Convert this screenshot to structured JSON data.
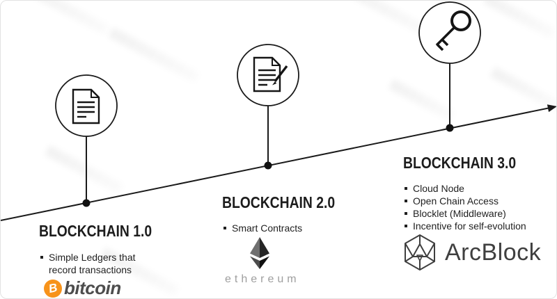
{
  "stages": [
    {
      "title": "BLOCKCHAIN 1.0",
      "bullets": [
        "Simple Ledgers that record transactions"
      ],
      "icon": "document-icon",
      "brand": "bitcoin"
    },
    {
      "title": "BLOCKCHAIN 2.0",
      "bullets": [
        "Smart Contracts"
      ],
      "icon": "contract-signing-icon",
      "brand": "ethereum"
    },
    {
      "title": "BLOCKCHAIN 3.0",
      "bullets": [
        "Cloud Node",
        "Open Chain Access",
        "Blocklet (Middleware)",
        "Incentive for self-evolution"
      ],
      "icon": "key-icon",
      "brand": "ArcBlock"
    }
  ],
  "brands": {
    "bitcoin": {
      "wordmark": "bitcoin",
      "symbol": "B",
      "orange": "#f7931a",
      "text_color": "#4d4d4d"
    },
    "ethereum": {
      "wordmark": "ethereum",
      "text_color": "#9e9e9e"
    },
    "arcblock": {
      "wordmark": "ArcBlock",
      "text_color": "#3f3f3f"
    }
  },
  "timeline": {
    "style": "ascending-arrow",
    "line_color": "#1a1a1a",
    "node_icons": [
      "document-icon",
      "contract-signing-icon",
      "key-icon"
    ]
  }
}
